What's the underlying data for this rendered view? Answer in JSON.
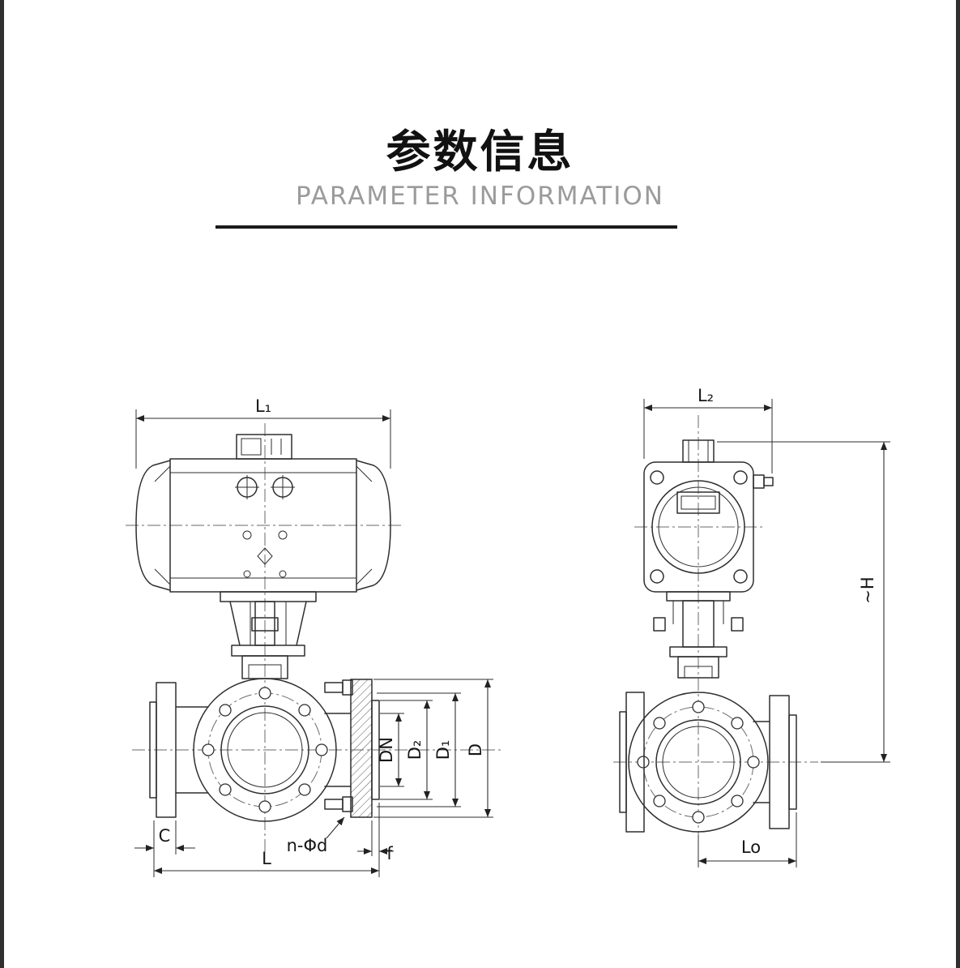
{
  "page": {
    "title": "参数信息",
    "subtitle": "PARAMETER INFORMATION"
  },
  "drawings": {
    "front_view": {
      "dim_l1": "L₁",
      "dim_dn": "DN",
      "dim_d2": "D₂",
      "dim_d1": "D₁",
      "dim_d": "D",
      "dim_c": "C",
      "dim_n_phi_d": "n-Φd",
      "dim_f": "f",
      "dim_l": "L"
    },
    "side_view": {
      "dim_l2": "L₂",
      "dim_h": "~H",
      "dim_lo": "Lo"
    }
  }
}
